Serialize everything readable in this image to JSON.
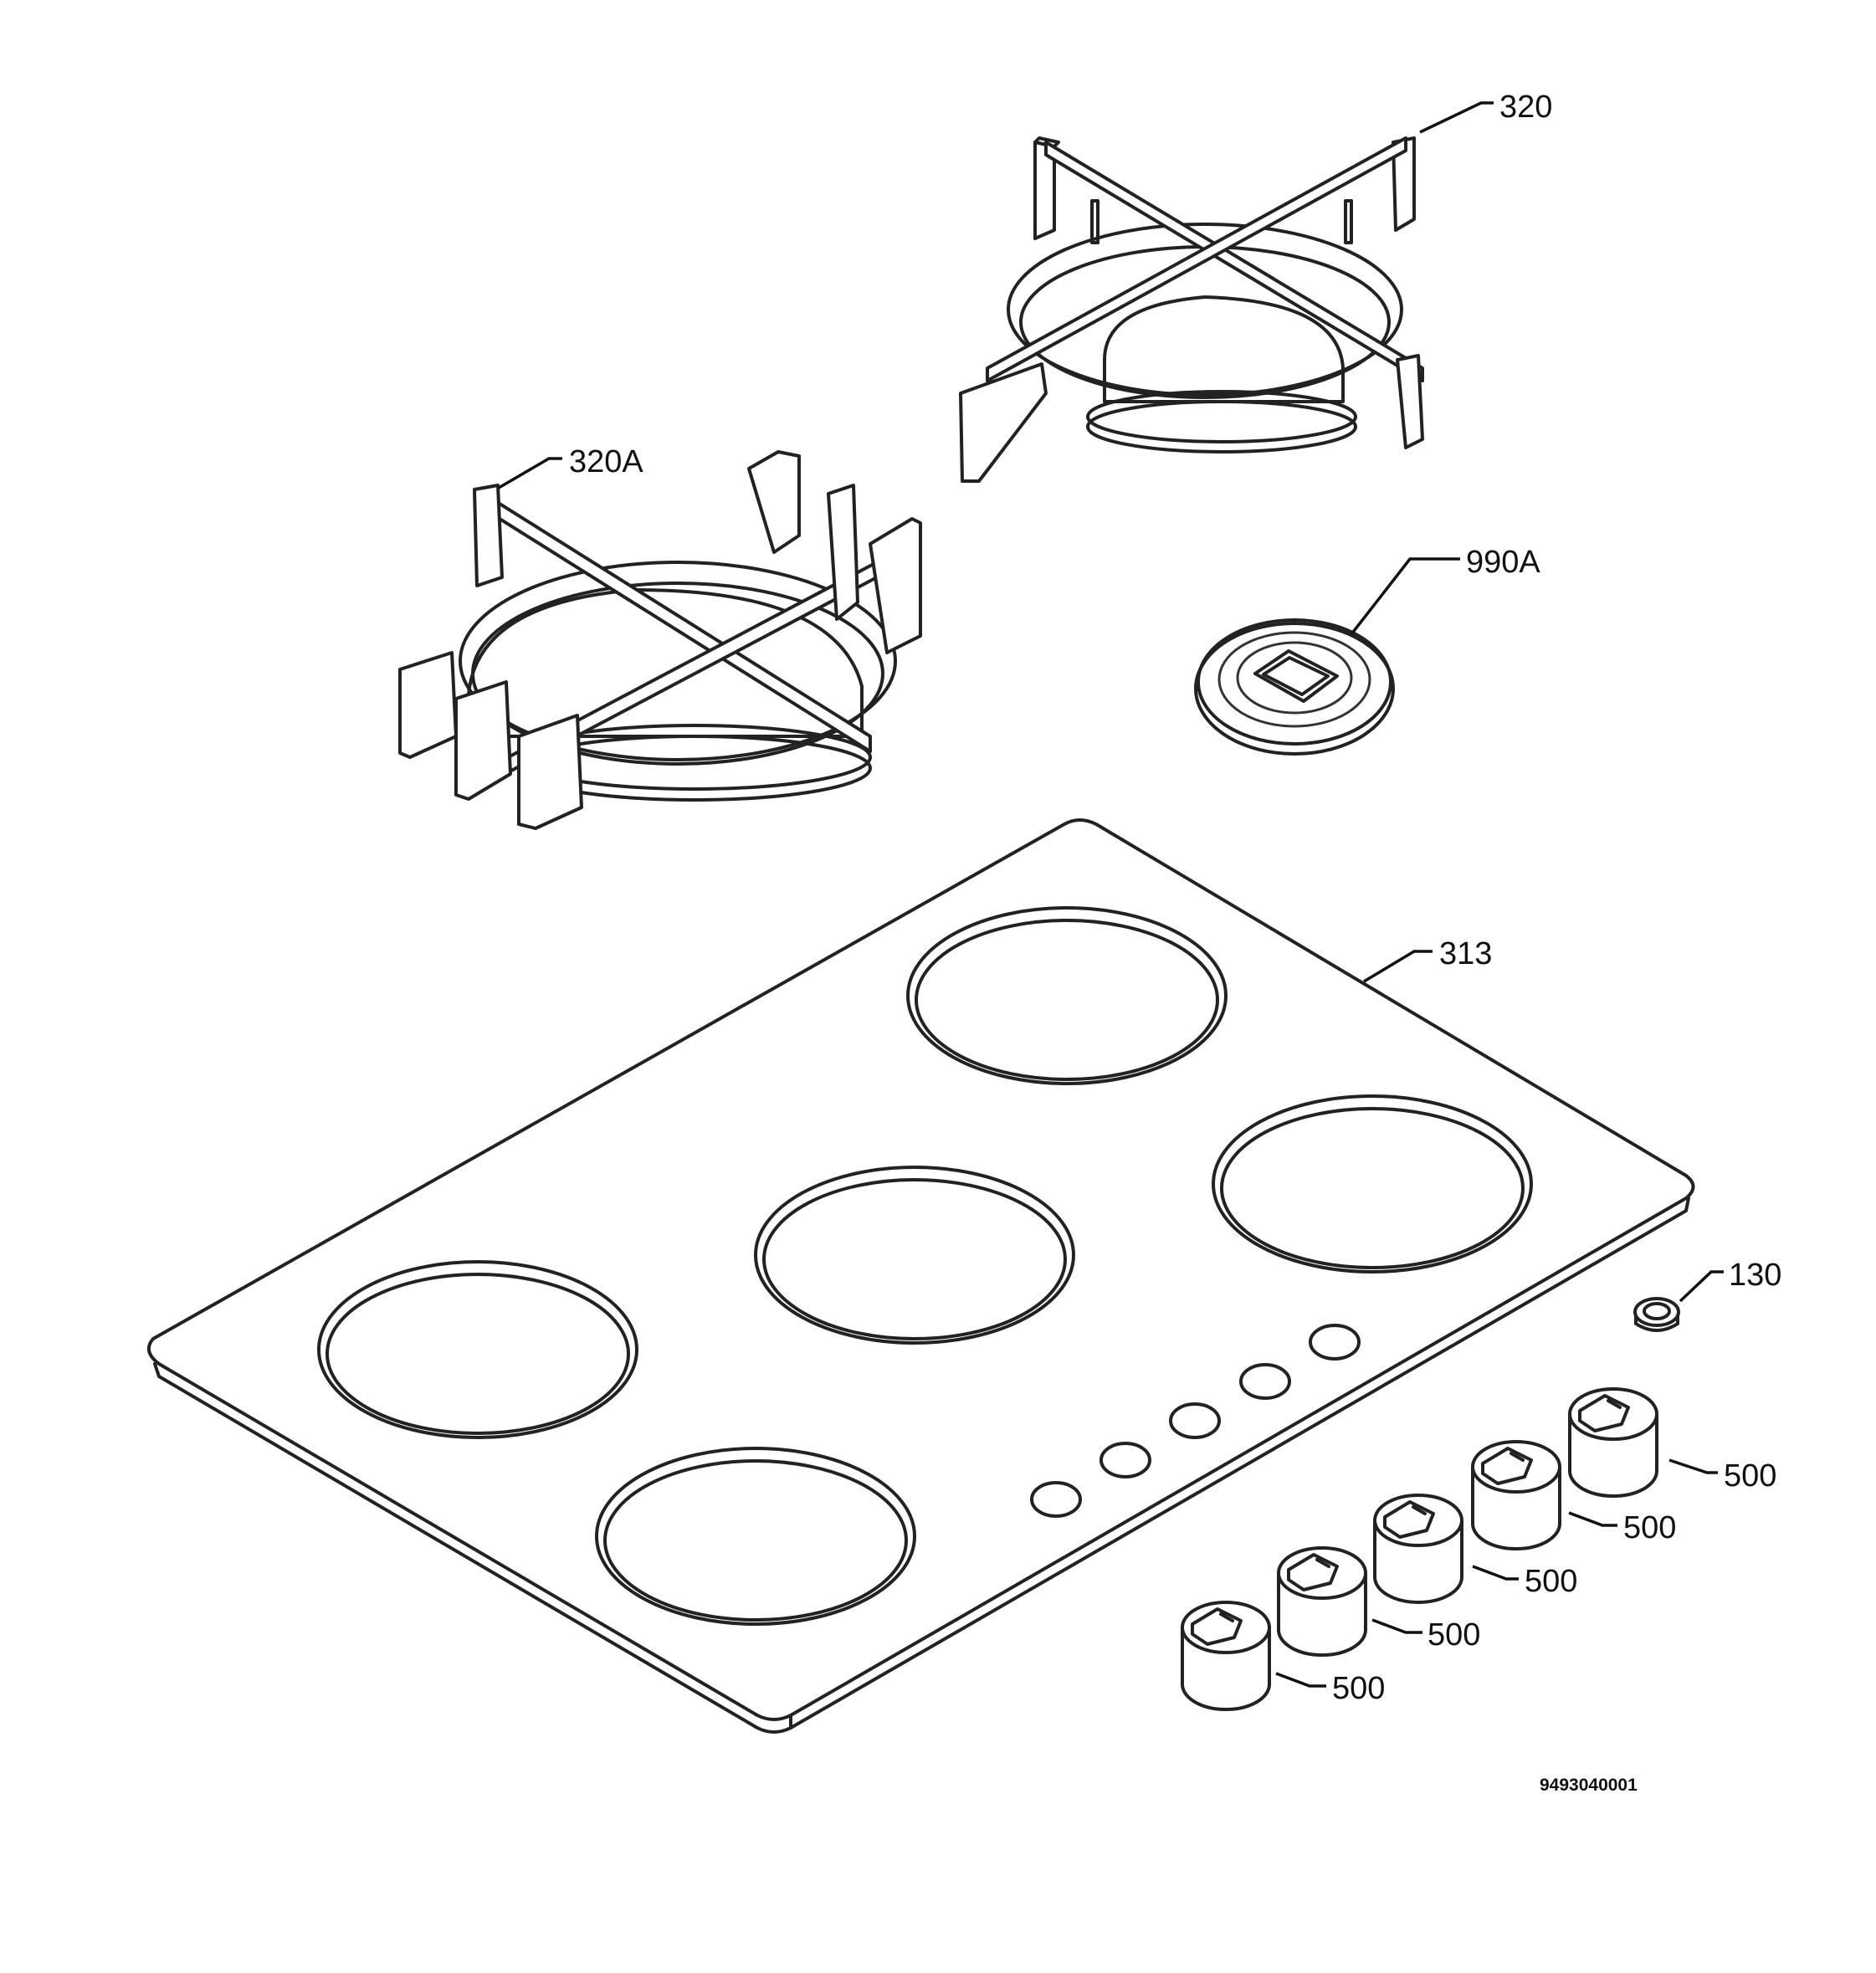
{
  "parts": {
    "grate_right": "320",
    "grate_left": "320A",
    "burner_cap": "990A",
    "hob_top": "313",
    "seal": "130",
    "knob_1": "500",
    "knob_2": "500",
    "knob_3": "500",
    "knob_4": "500",
    "knob_5": "500"
  },
  "drawing_ref": "9493040001"
}
